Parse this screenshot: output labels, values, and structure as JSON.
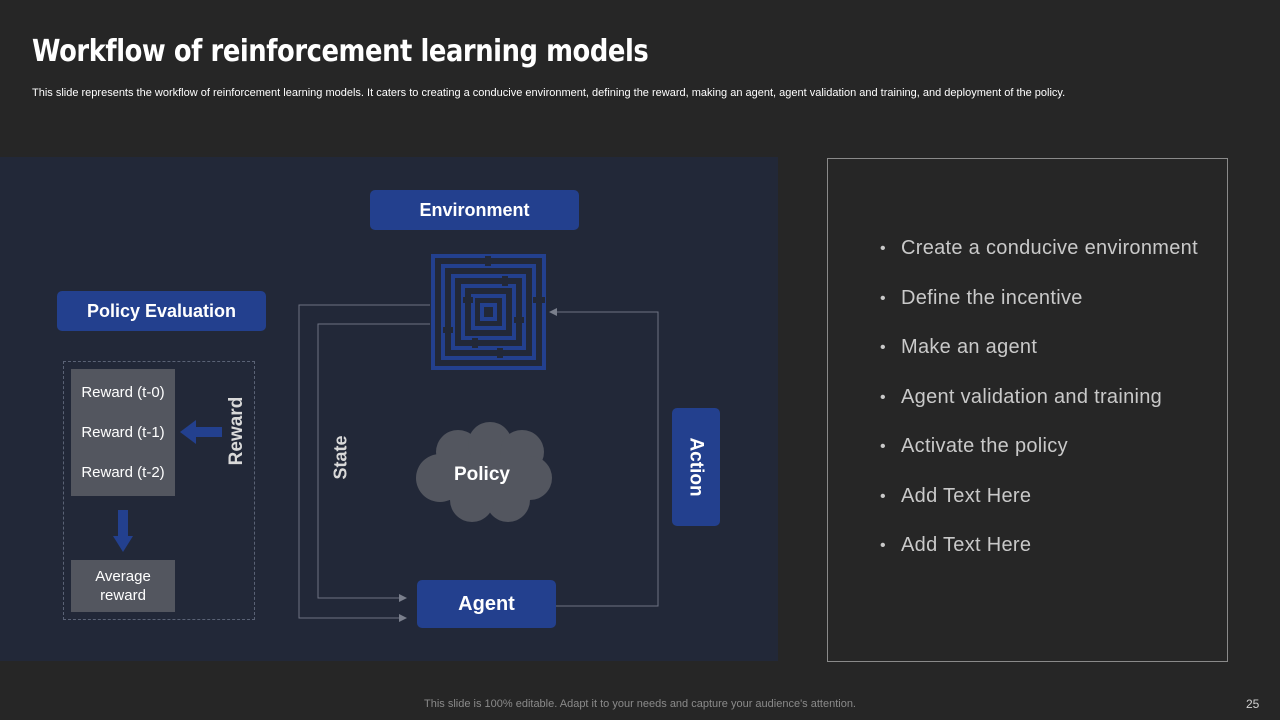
{
  "header": {
    "title": "Workflow of reinforcement learning models",
    "subtitle": "This slide represents the workflow of reinforcement learning models. It caters to creating a conducive environment, defining the reward, making an agent, agent validation and training, and deployment of the policy."
  },
  "diagram": {
    "environment_label": "Environment",
    "policy_evaluation_label": "Policy Evaluation",
    "rewards": [
      "Reward (t-0)",
      "Reward (t-1)",
      "Reward (t-2)"
    ],
    "average_reward_label": "Average reward",
    "reward_label": "Reward",
    "state_label": "State",
    "policy_label": "Policy",
    "action_label": "Action",
    "agent_label": "Agent",
    "icons": {
      "maze": "maze-icon",
      "cloud": "cloud-icon",
      "arrow": "arrow-icon"
    },
    "colors": {
      "accent": "#23408e",
      "panel": "#222838",
      "gray_box": "#53565f"
    }
  },
  "bullets": [
    "Create a conducive environment",
    "Define the incentive",
    "Make an agent",
    "Agent validation and training",
    "Activate the policy",
    "Add Text Here",
    "Add Text Here"
  ],
  "footer": {
    "text": "This slide is 100% editable. Adapt it to your needs and capture your audience's attention.",
    "page_number": "25"
  }
}
